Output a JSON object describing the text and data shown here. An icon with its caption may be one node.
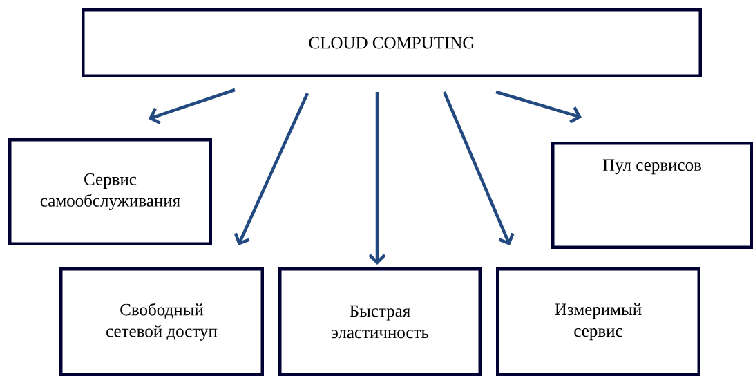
{
  "diagram": {
    "nodes": [
      {
        "text": [
          "CLOUD COMPUTING"
        ]
      },
      {
        "text": [
          "Сервис самообслуживания"
        ]
      },
      {
        "text": [
          "Свободный сетевой доступ"
        ]
      },
      {
        "text": [
          "Быстрая эластичность"
        ]
      },
      {
        "text": [
          "Измеримый сервис"
        ]
      },
      {
        "text": [
          "Пул сервисов"
        ]
      }
    ],
    "edges": [
      {
        "from": 0,
        "to": 1,
        "arrow": "to"
      },
      {
        "from": 0,
        "to": 2,
        "arrow": "to"
      },
      {
        "from": 0,
        "to": 3,
        "arrow": "to"
      },
      {
        "from": 0,
        "to": 4,
        "arrow": "to"
      },
      {
        "from": 0,
        "to": 5,
        "arrow": "to"
      }
    ]
  }
}
